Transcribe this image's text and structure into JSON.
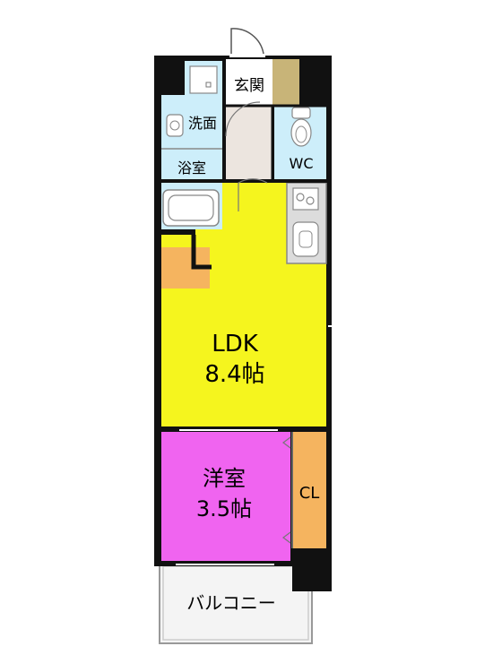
{
  "rooms": {
    "entrance": "玄関",
    "washroom": "洗面",
    "bathroom": "浴室",
    "toilet": "WC",
    "ldk_name": "LDK",
    "ldk_size": "8.4帖",
    "western_name": "洋室",
    "western_size": "3.5帖",
    "closet": "CL",
    "balcony": "バルコニー"
  },
  "colors": {
    "ldk": "#f5f51e",
    "western": "#f064f0",
    "closet": "#f5b45f",
    "storage": "#f5b45f",
    "wet_area": "#cdeefa",
    "entrance_floor": "#ece5df",
    "shoe_storage": "#c8b478",
    "wall": "#111111",
    "kitchen_counter": "#dcdcdc",
    "balcony": "#f4f4f4"
  }
}
